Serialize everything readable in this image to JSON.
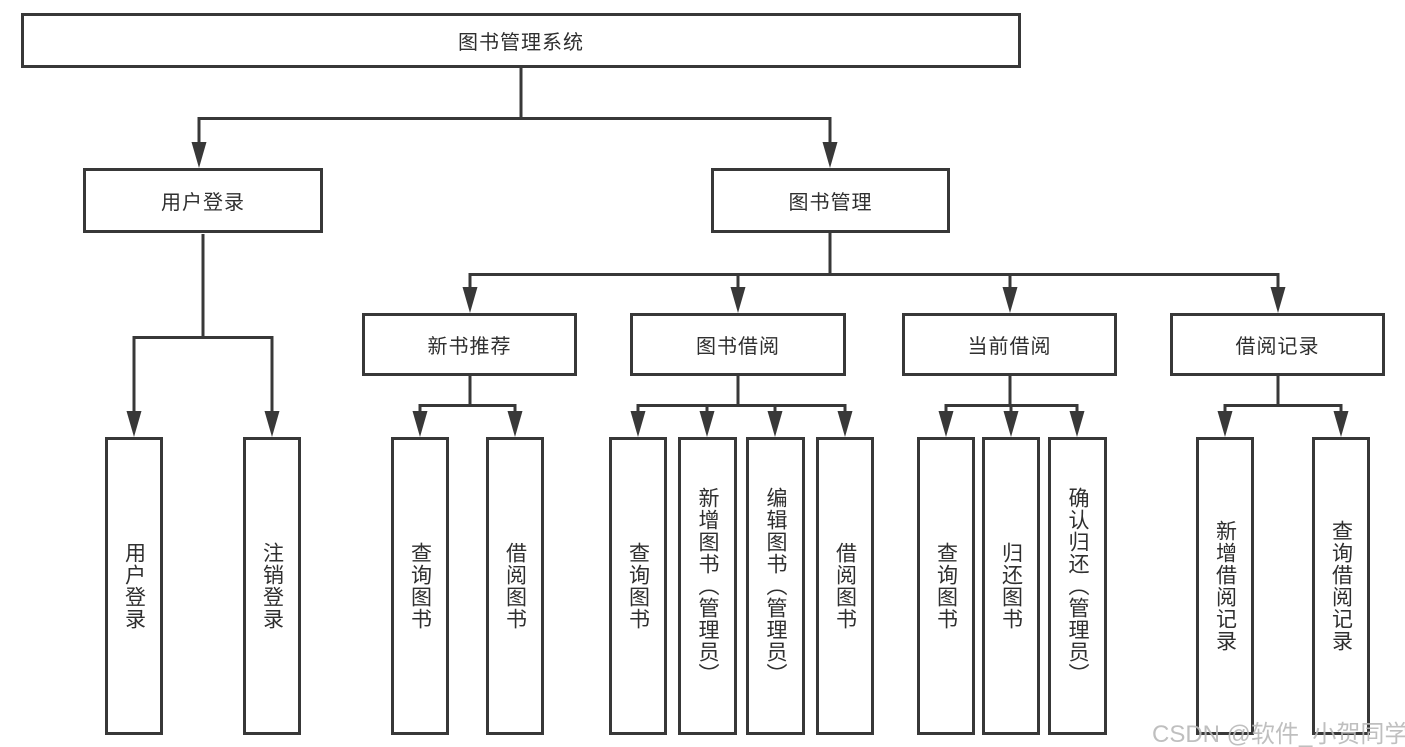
{
  "diagram": {
    "type": "tree",
    "title": "图书管理系统",
    "colors": {
      "line": "#383838",
      "box_border": "#383838",
      "text": "#2f2f2f",
      "background": "#ffffff",
      "watermark": "#b9b9b9"
    }
  },
  "nodes": {
    "root": {
      "label": "图书管理系统"
    },
    "user_login": {
      "label": "用户登录"
    },
    "book_mgmt": {
      "label": "图书管理"
    },
    "new_book_rec": {
      "label": "新书推荐"
    },
    "book_borrow": {
      "label": "图书借阅"
    },
    "current_borrow": {
      "label": "当前借阅"
    },
    "borrow_records": {
      "label": "借阅记录"
    },
    "ul_login": {
      "label": "用户登录"
    },
    "ul_logout": {
      "label": "注销登录"
    },
    "nb_query": {
      "label": "查询图书"
    },
    "nb_borrow": {
      "label": "借阅图书"
    },
    "bb_query": {
      "label": "查询图书"
    },
    "bb_add": {
      "label": "新增图书（管理员）"
    },
    "bb_edit": {
      "label": "编辑图书（管理员）"
    },
    "bb_borrow": {
      "label": "借阅图书"
    },
    "cb_query": {
      "label": "查询图书"
    },
    "cb_return": {
      "label": "归还图书"
    },
    "cb_confirm": {
      "label": "确认归还（管理员）"
    },
    "br_add": {
      "label": "新增借阅记录"
    },
    "br_query": {
      "label": "查询借阅记录"
    }
  },
  "edges": [
    [
      "root",
      "user_login"
    ],
    [
      "root",
      "book_mgmt"
    ],
    [
      "user_login",
      "ul_login"
    ],
    [
      "user_login",
      "ul_logout"
    ],
    [
      "book_mgmt",
      "new_book_rec"
    ],
    [
      "book_mgmt",
      "book_borrow"
    ],
    [
      "book_mgmt",
      "current_borrow"
    ],
    [
      "book_mgmt",
      "borrow_records"
    ],
    [
      "new_book_rec",
      "nb_query"
    ],
    [
      "new_book_rec",
      "nb_borrow"
    ],
    [
      "book_borrow",
      "bb_query"
    ],
    [
      "book_borrow",
      "bb_add"
    ],
    [
      "book_borrow",
      "bb_edit"
    ],
    [
      "book_borrow",
      "bb_borrow"
    ],
    [
      "current_borrow",
      "cb_query"
    ],
    [
      "current_borrow",
      "cb_return"
    ],
    [
      "current_borrow",
      "cb_confirm"
    ],
    [
      "borrow_records",
      "br_add"
    ],
    [
      "borrow_records",
      "br_query"
    ]
  ],
  "watermark": {
    "text": "CSDN @软件_小贺同学"
  }
}
